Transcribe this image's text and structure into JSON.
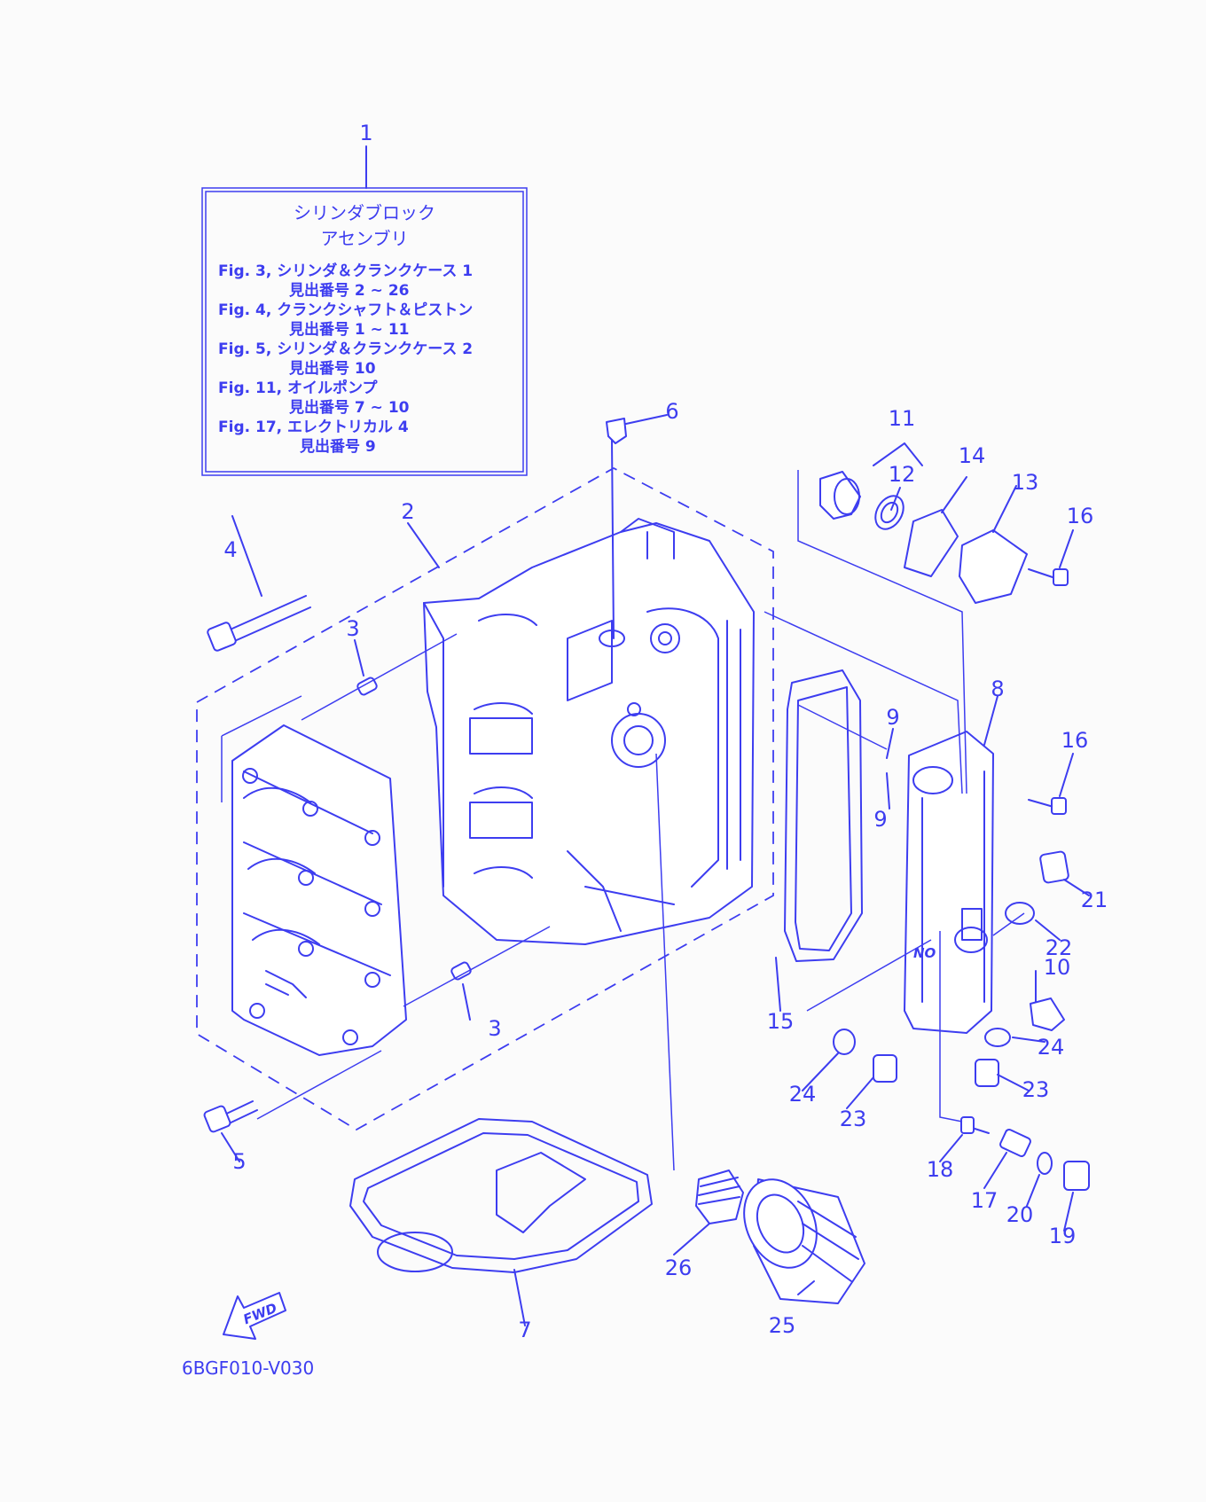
{
  "info_box": {
    "title_line1": "シリンダブロック",
    "title_line2": "アセンブリ",
    "lines": [
      "Fig. 3, シリンダ＆クランクケース 1",
      "見出番号 2 ~ 26",
      "Fig. 4, クランクシャフト＆ピストン",
      "見出番号 1 ~ 11",
      "Fig. 5, シリンダ＆クランクケース 2",
      "見出番号 10",
      "Fig. 11, オイルポンプ",
      "見出番号 7 ~ 10",
      "Fig. 17, エレクトリカル 4",
      "見出番号 9"
    ]
  },
  "callouts": [
    "1",
    "2",
    "3",
    "3",
    "4",
    "5",
    "6",
    "7",
    "8",
    "9",
    "9",
    "10",
    "11",
    "12",
    "13",
    "14",
    "15",
    "16",
    "16",
    "17",
    "18",
    "19",
    "20",
    "21",
    "22",
    "23",
    "23",
    "24",
    "24",
    "25",
    "26"
  ],
  "fwd_label": "FWD",
  "diagram_code": "6BGF010-V030",
  "colors": {
    "line": "#3d3df0",
    "background": "#fbfbfb"
  }
}
